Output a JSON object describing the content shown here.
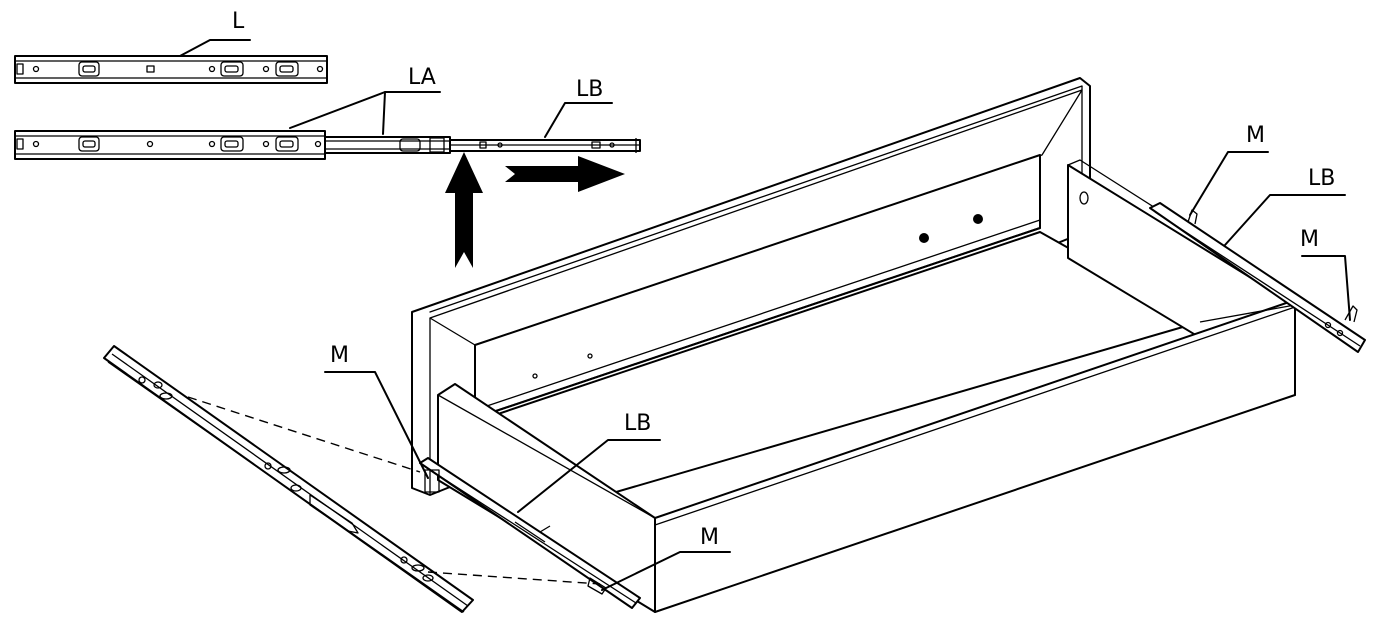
{
  "labels": {
    "rail_full": "L",
    "rail_outer": "LA",
    "rail_inner_top": "LB",
    "m_right_top": "M",
    "lb_right": "LB",
    "m_right_low": "M",
    "m_left_top": "M",
    "lb_center": "LB",
    "m_bottom": "M"
  },
  "colors": {
    "ink": "#000000",
    "paper": "#ffffff"
  }
}
